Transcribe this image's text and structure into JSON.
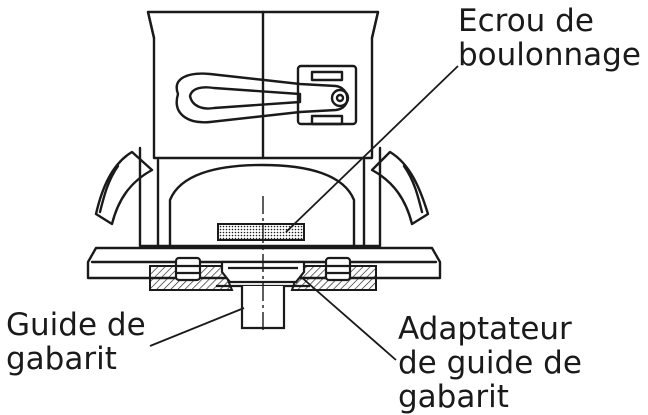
{
  "labels": {
    "ecrou": "Ecrou de\nboulonnage",
    "guide": "Guide de\ngabarit",
    "adaptateur": "Adaptateur\nde guide de\ngabarit"
  },
  "colors": {
    "ink": "#1a1a1a",
    "background": "#ffffff"
  }
}
